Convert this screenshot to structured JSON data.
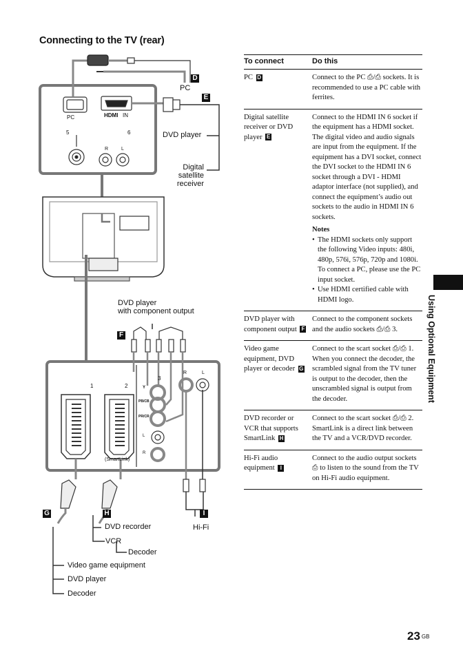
{
  "page": {
    "title": "Connecting to the TV (rear)",
    "sidebar_label": "Using Optional Equipment",
    "page_number": "23",
    "page_suffix": "GB"
  },
  "diagram": {
    "labels": {
      "pc": "PC",
      "dvd_player_e": "DVD player",
      "digital": "Digital",
      "satellite": "satellite",
      "receiver": "receiver",
      "dvd_player_f1": "DVD player",
      "dvd_player_f2": "with component output",
      "dvd_recorder": "DVD recorder",
      "vcr": "VCR",
      "decoder_h": "Decoder",
      "video_game": "Video game equipment",
      "dvd_player_g": "DVD player",
      "decoder_g": "Decoder",
      "hifi": "Hi-Fi",
      "hdmi": "HDMI",
      "hdmi_in": "IN",
      "hdmi_in_num": "6",
      "pc_port": "PC",
      "pc_port_num": "5",
      "smartlink": "(SmartLink)",
      "scart1_num": "1",
      "scart2_num": "2",
      "comp_num": "3",
      "y": "Y",
      "pb_cb": "PB/CB",
      "pr_cr": "PR/CR",
      "l": "L",
      "r": "R",
      "audio_r": "R",
      "audio_l": "L"
    },
    "tags": {
      "d": "D",
      "e": "E",
      "f": "F",
      "g": "G",
      "h": "H",
      "i": "I"
    }
  },
  "table": {
    "headers": [
      "To connect",
      "Do this"
    ],
    "rows": [
      {
        "connect": "PC",
        "tag": "D",
        "do_this": "Connect to the PC ⎙/⎙ sockets. It is recommended to use a PC cable with ferrites."
      },
      {
        "connect": "Digital satellite receiver or DVD player",
        "tag": "E",
        "do_this": "Connect to the HDMI IN 6 socket if the equipment has a HDMI socket. The digital video and audio signals are input from the equipment. If the equipment has a DVI socket, connect the DVI socket to the HDMI IN 6 socket through a DVI - HDMI adaptor interface (not supplied), and connect the equipment’s audio out sockets to the audio in HDMI IN 6 sockets.",
        "notes_heading": "Notes",
        "notes": [
          "The HDMI sockets only support the following Video inputs: 480i, 480p, 576i, 576p, 720p and 1080i. To connect a PC, please use the PC input socket.",
          "Use HDMI certified cable with HDMI logo."
        ]
      },
      {
        "connect": "DVD player with component output",
        "tag": "F",
        "do_this": "Connect to the component sockets and the audio sockets ⎙/⎙ 3."
      },
      {
        "connect": "Video game equipment, DVD player or decoder",
        "tag": "G",
        "do_this": "Connect to the scart socket ⎙/⎙ 1. When you connect the decoder, the scrambled signal from the TV tuner is output to the decoder, then the unscrambled signal is output from the decoder."
      },
      {
        "connect": "DVD recorder or VCR that supports SmartLink",
        "tag": "H",
        "do_this": "Connect to the scart socket ⎙/⎙ 2. SmartLink is a direct link between the TV and a VCR/DVD recorder."
      },
      {
        "connect": "Hi-Fi audio equipment",
        "tag": "I",
        "do_this": "Connect to the audio output sockets ⎙ to listen to the sound from the TV on Hi-Fi audio equipment."
      }
    ]
  }
}
